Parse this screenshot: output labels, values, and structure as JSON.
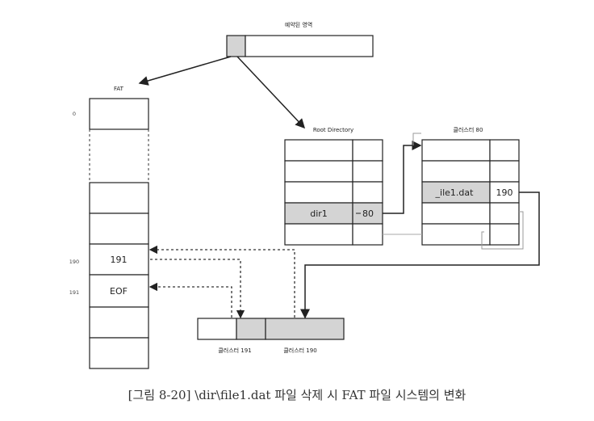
{
  "labels": {
    "reserved_area": "예약된 영역",
    "fat": "FAT",
    "root_directory": "Root Directory",
    "cluster_80": "클러스터 80",
    "cluster_191": "클러스터 191",
    "cluster_190": "클러스터 190"
  },
  "fat": {
    "index_0": "0",
    "index_190": "190",
    "index_191": "191",
    "entry_190": "191",
    "entry_191": "EOF"
  },
  "root_dir": {
    "entry_name": "dir1",
    "entry_cluster": "80"
  },
  "cluster80": {
    "entry_name": "_ile1.dat",
    "entry_cluster": "190"
  },
  "caption": "[그림 8-20] \\dir\\file1.dat 파일 삭제 시 FAT 파일 시스템의 변화",
  "colors": {
    "highlight": "#d4d4d4",
    "line": "#222222",
    "dashed": "#333333"
  }
}
